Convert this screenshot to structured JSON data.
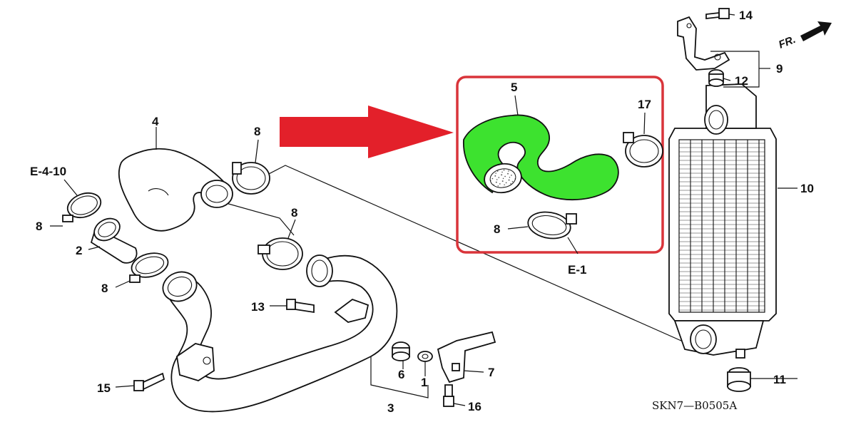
{
  "diagram_code": "SKN7—B0505A",
  "direction_label": "FR.",
  "colors": {
    "highlight_frame": "#d9343a",
    "arrow": "#e3202a",
    "highlight_hose": "#3de22f"
  },
  "callouts": {
    "c1": "1",
    "c2": "2",
    "c3": "3",
    "c4": "4",
    "c5": "5",
    "c6": "6",
    "c7": "7",
    "c8a": "8",
    "c8b": "8",
    "c8c": "8",
    "c8d": "8",
    "c8e": "8",
    "c9": "9",
    "c10": "10",
    "c11": "11",
    "c12": "12",
    "c13": "13",
    "c14": "14",
    "c15": "15",
    "c16": "16",
    "c17": "17"
  },
  "references": {
    "e4_10": "E-4-10",
    "e1": "E-1"
  }
}
